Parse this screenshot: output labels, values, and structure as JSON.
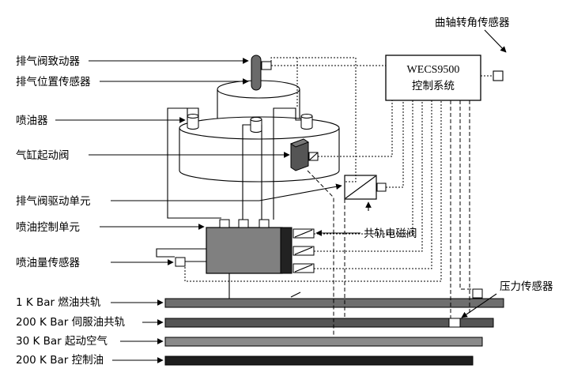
{
  "labels": {
    "crank_sensor": "曲轴转角传感器",
    "wecs_model": "WECS9500",
    "wecs_name": "控制系统",
    "exhaust_actuator": "排气阀致动器",
    "exhaust_position_sensor": "排气位置传感器",
    "injector": "喷油器",
    "cylinder_start_valve": "气缸起动阀",
    "exhaust_drive_unit": "排气阀驱动单元",
    "injection_control_unit": "喷油控制单元",
    "injection_quantity_sensor": "喷油量传感器",
    "common_rail_solenoid": "共轨电磁阀",
    "pressure_sensor": "压力传感器"
  },
  "rails": [
    {
      "label": "1 K Bar 燃油共轨",
      "color": "#6e6e6e"
    },
    {
      "label": "200 K Bar 伺服油共轨",
      "color": "#555555"
    },
    {
      "label": "30 K Bar 起动空气",
      "color": "#8a8a8a"
    },
    {
      "label": "200 K Bar 控制油",
      "color": "#1e1e1e"
    }
  ]
}
